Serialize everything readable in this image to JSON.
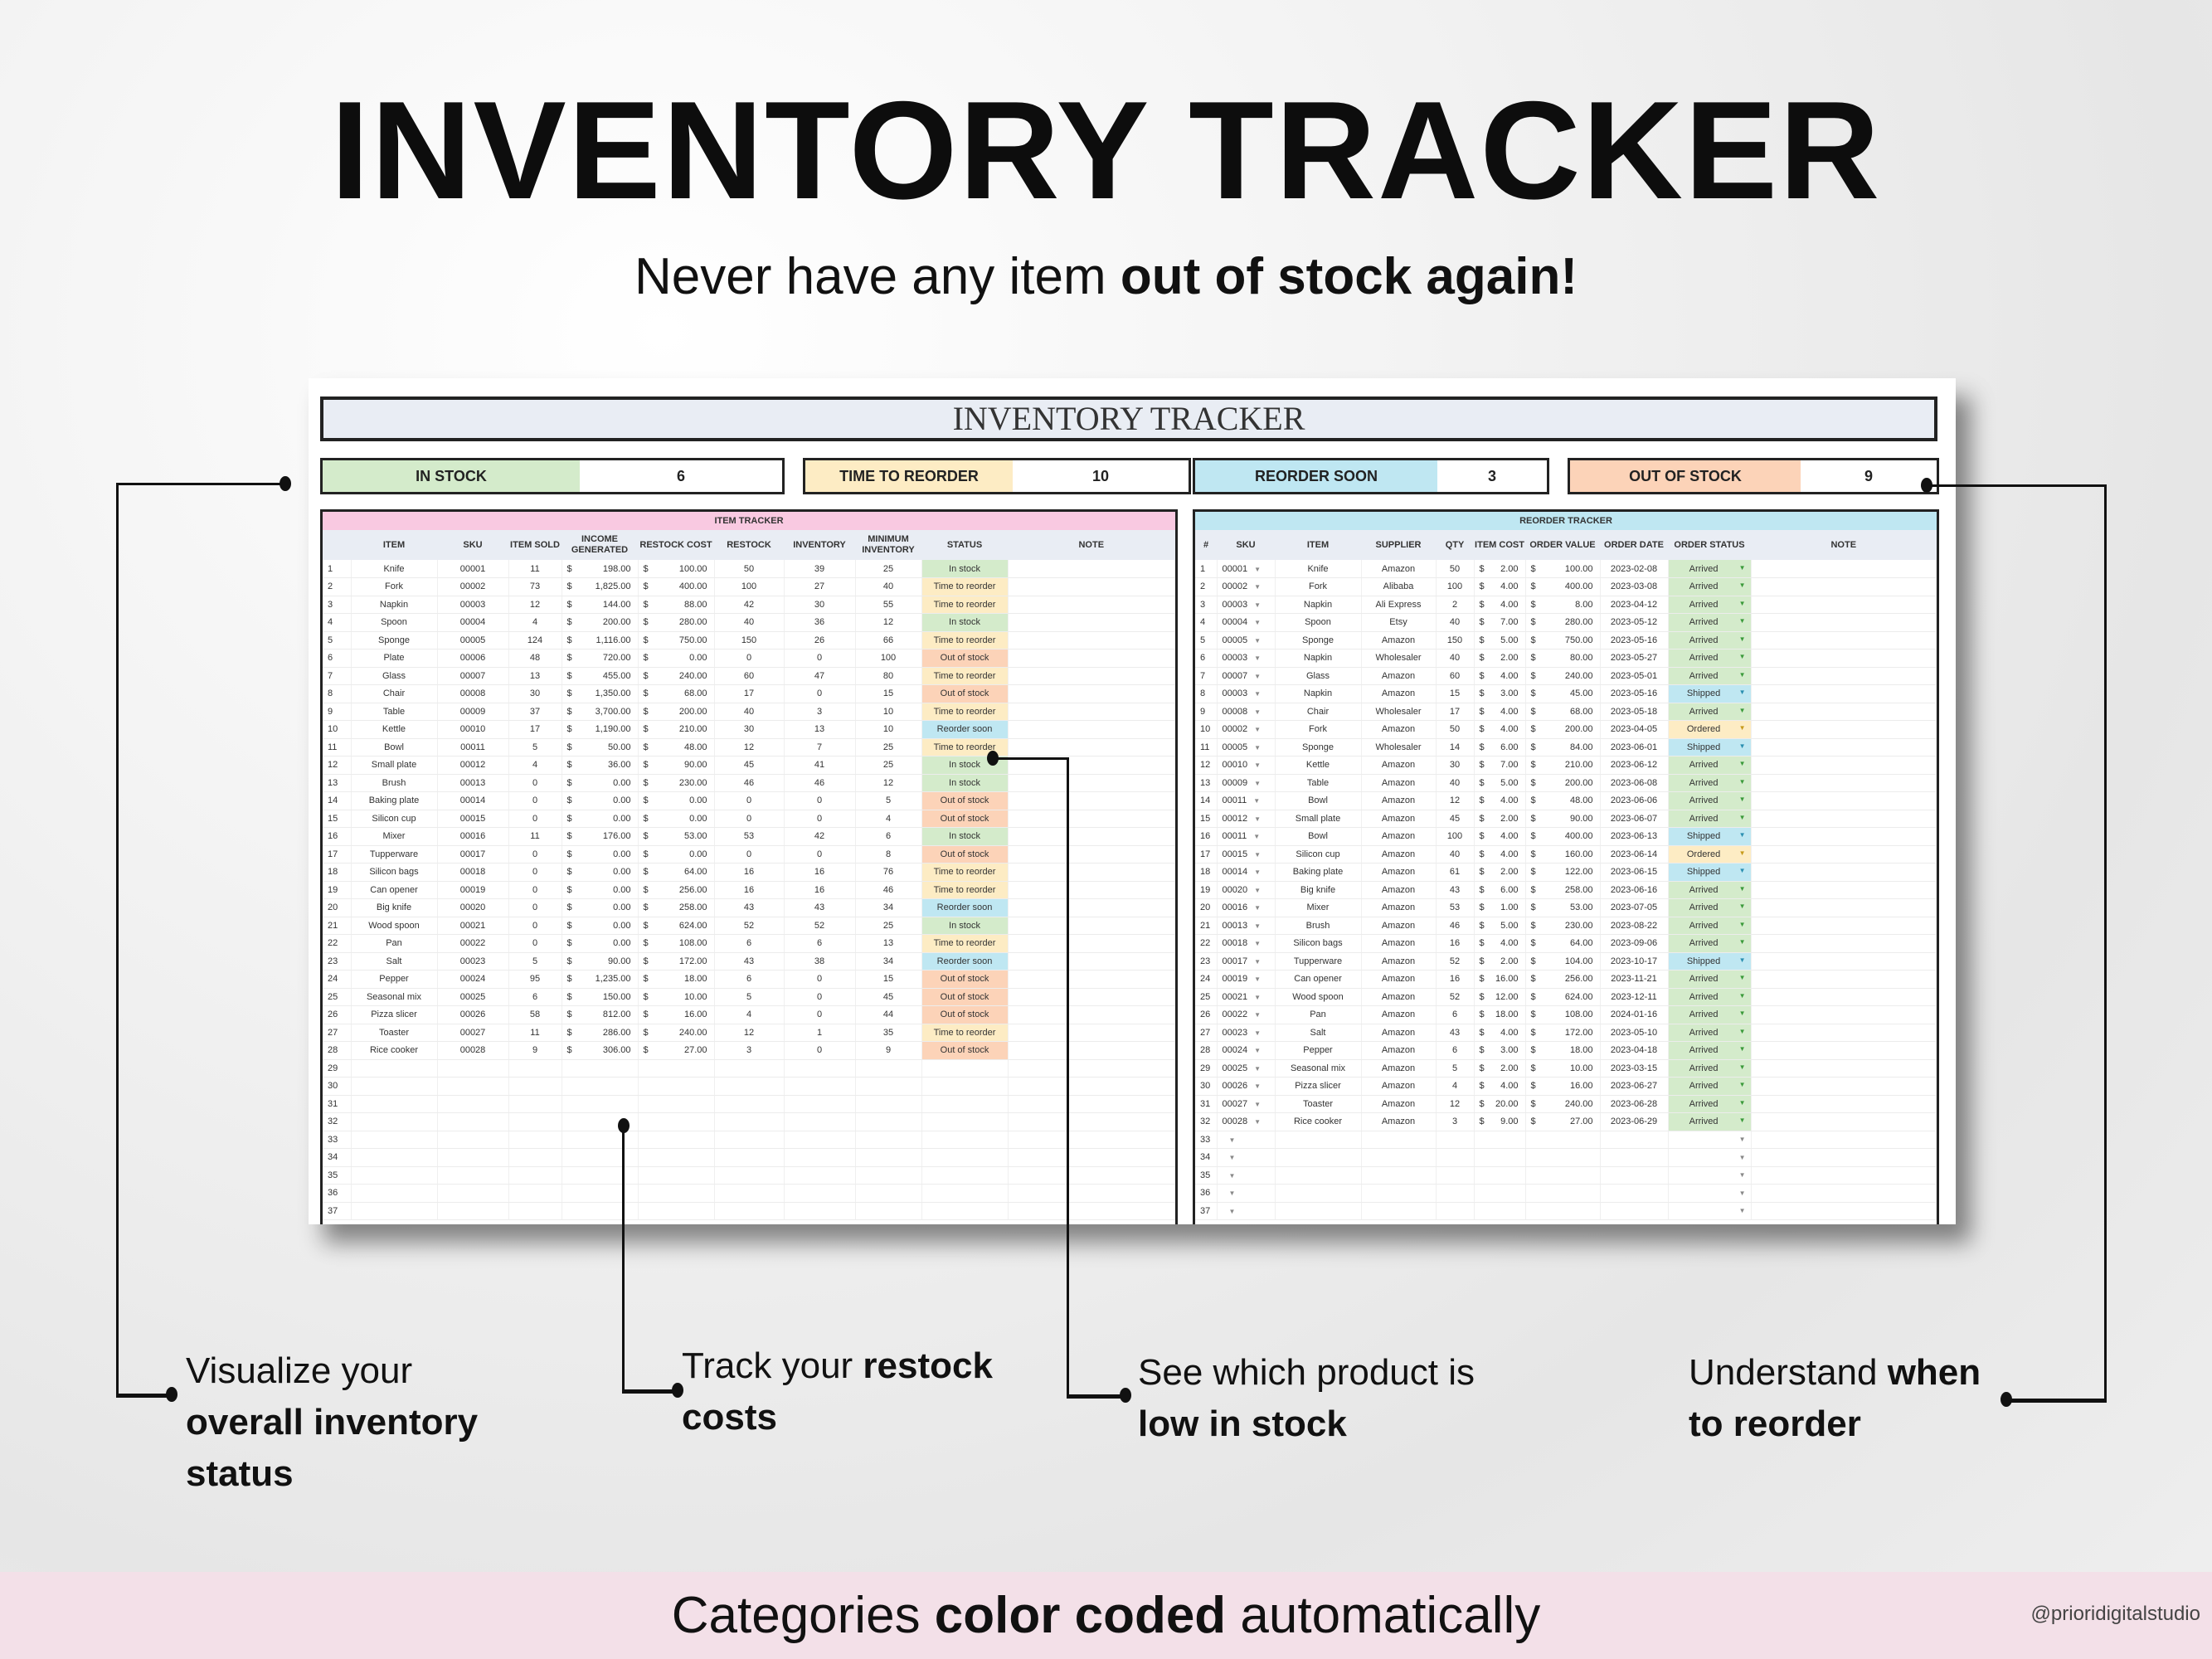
{
  "headline": "INVENTORY TRACKER",
  "subline": {
    "pre": "Never have any item ",
    "bold": "out of stock again!"
  },
  "sheet": {
    "title": "INVENTORY TRACKER",
    "kpis": [
      {
        "label": "IN STOCK",
        "value": "6",
        "color": "#d4ebcb"
      },
      {
        "label": "TIME TO REORDER",
        "value": "10",
        "color": "#fdecc4"
      },
      {
        "label": "REORDER SOON",
        "value": "3",
        "color": "#bfe7f2"
      },
      {
        "label": "OUT OF STOCK",
        "value": "9",
        "color": "#fcd3b8"
      }
    ],
    "status_colors": {
      "In stock": "#d4ebcb",
      "Time to reorder": "#fdecc4",
      "Reorder soon": "#bfe7f2",
      "Out of stock": "#fcd3b8",
      "Arrived": "#d4ebcb",
      "Shipped": "#bfe7f2",
      "Ordered": "#fdecc4"
    },
    "item_tracker": {
      "title": "ITEM TRACKER",
      "header_color": "#f9c9e1",
      "columns": [
        "",
        "ITEM",
        "SKU",
        "ITEM SOLD",
        "INCOME GENERATED",
        "RESTOCK COST",
        "RESTOCK",
        "INVENTORY",
        "MINIMUM INVENTORY",
        "STATUS",
        "NOTE"
      ],
      "rows": [
        [
          "1",
          "Knife",
          "00001",
          "11",
          "198.00",
          "100.00",
          "50",
          "39",
          "25",
          "In stock"
        ],
        [
          "2",
          "Fork",
          "00002",
          "73",
          "1,825.00",
          "400.00",
          "100",
          "27",
          "40",
          "Time to reorder"
        ],
        [
          "3",
          "Napkin",
          "00003",
          "12",
          "144.00",
          "88.00",
          "42",
          "30",
          "55",
          "Time to reorder"
        ],
        [
          "4",
          "Spoon",
          "00004",
          "4",
          "200.00",
          "280.00",
          "40",
          "36",
          "12",
          "In stock"
        ],
        [
          "5",
          "Sponge",
          "00005",
          "124",
          "1,116.00",
          "750.00",
          "150",
          "26",
          "66",
          "Time to reorder"
        ],
        [
          "6",
          "Plate",
          "00006",
          "48",
          "720.00",
          "0.00",
          "0",
          "0",
          "100",
          "Out of stock"
        ],
        [
          "7",
          "Glass",
          "00007",
          "13",
          "455.00",
          "240.00",
          "60",
          "47",
          "80",
          "Time to reorder"
        ],
        [
          "8",
          "Chair",
          "00008",
          "30",
          "1,350.00",
          "68.00",
          "17",
          "0",
          "15",
          "Out of stock"
        ],
        [
          "9",
          "Table",
          "00009",
          "37",
          "3,700.00",
          "200.00",
          "40",
          "3",
          "10",
          "Time to reorder"
        ],
        [
          "10",
          "Kettle",
          "00010",
          "17",
          "1,190.00",
          "210.00",
          "30",
          "13",
          "10",
          "Reorder soon"
        ],
        [
          "11",
          "Bowl",
          "00011",
          "5",
          "50.00",
          "48.00",
          "12",
          "7",
          "25",
          "Time to reorder"
        ],
        [
          "12",
          "Small plate",
          "00012",
          "4",
          "36.00",
          "90.00",
          "45",
          "41",
          "25",
          "In stock"
        ],
        [
          "13",
          "Brush",
          "00013",
          "0",
          "0.00",
          "230.00",
          "46",
          "46",
          "12",
          "In stock"
        ],
        [
          "14",
          "Baking plate",
          "00014",
          "0",
          "0.00",
          "0.00",
          "0",
          "0",
          "5",
          "Out of stock"
        ],
        [
          "15",
          "Silicon cup",
          "00015",
          "0",
          "0.00",
          "0.00",
          "0",
          "0",
          "4",
          "Out of stock"
        ],
        [
          "16",
          "Mixer",
          "00016",
          "11",
          "176.00",
          "53.00",
          "53",
          "42",
          "6",
          "In stock"
        ],
        [
          "17",
          "Tupperware",
          "00017",
          "0",
          "0.00",
          "0.00",
          "0",
          "0",
          "8",
          "Out of stock"
        ],
        [
          "18",
          "Silicon bags",
          "00018",
          "0",
          "0.00",
          "64.00",
          "16",
          "16",
          "76",
          "Time to reorder"
        ],
        [
          "19",
          "Can opener",
          "00019",
          "0",
          "0.00",
          "256.00",
          "16",
          "16",
          "46",
          "Time to reorder"
        ],
        [
          "20",
          "Big knife",
          "00020",
          "0",
          "0.00",
          "258.00",
          "43",
          "43",
          "34",
          "Reorder soon"
        ],
        [
          "21",
          "Wood spoon",
          "00021",
          "0",
          "0.00",
          "624.00",
          "52",
          "52",
          "25",
          "In stock"
        ],
        [
          "22",
          "Pan",
          "00022",
          "0",
          "0.00",
          "108.00",
          "6",
          "6",
          "13",
          "Time to reorder"
        ],
        [
          "23",
          "Salt",
          "00023",
          "5",
          "90.00",
          "172.00",
          "43",
          "38",
          "34",
          "Reorder soon"
        ],
        [
          "24",
          "Pepper",
          "00024",
          "95",
          "1,235.00",
          "18.00",
          "6",
          "0",
          "15",
          "Out of stock"
        ],
        [
          "25",
          "Seasonal mix",
          "00025",
          "6",
          "150.00",
          "10.00",
          "5",
          "0",
          "45",
          "Out of stock"
        ],
        [
          "26",
          "Pizza slicer",
          "00026",
          "58",
          "812.00",
          "16.00",
          "4",
          "0",
          "44",
          "Out of stock"
        ],
        [
          "27",
          "Toaster",
          "00027",
          "11",
          "286.00",
          "240.00",
          "12",
          "1",
          "35",
          "Time to reorder"
        ],
        [
          "28",
          "Rice cooker",
          "00028",
          "9",
          "306.00",
          "27.00",
          "3",
          "0",
          "9",
          "Out of stock"
        ]
      ],
      "empty_rows": [
        "29",
        "30",
        "31",
        "32",
        "33",
        "34",
        "35",
        "36",
        "37"
      ]
    },
    "reorder_tracker": {
      "title": "REORDER TRACKER",
      "header_color": "#bfe7f2",
      "columns": [
        "#",
        "SKU",
        "ITEM",
        "SUPPLIER",
        "QTY",
        "ITEM COST",
        "ORDER VALUE",
        "ORDER DATE",
        "ORDER STATUS",
        "NOTE"
      ],
      "rows": [
        [
          "1",
          "00001",
          "Knife",
          "Amazon",
          "50",
          "2.00",
          "100.00",
          "2023-02-08",
          "Arrived"
        ],
        [
          "2",
          "00002",
          "Fork",
          "Alibaba",
          "100",
          "4.00",
          "400.00",
          "2023-03-08",
          "Arrived"
        ],
        [
          "3",
          "00003",
          "Napkin",
          "Ali Express",
          "2",
          "4.00",
          "8.00",
          "2023-04-12",
          "Arrived"
        ],
        [
          "4",
          "00004",
          "Spoon",
          "Etsy",
          "40",
          "7.00",
          "280.00",
          "2023-05-12",
          "Arrived"
        ],
        [
          "5",
          "00005",
          "Sponge",
          "Amazon",
          "150",
          "5.00",
          "750.00",
          "2023-05-16",
          "Arrived"
        ],
        [
          "6",
          "00003",
          "Napkin",
          "Wholesaler",
          "40",
          "2.00",
          "80.00",
          "2023-05-27",
          "Arrived"
        ],
        [
          "7",
          "00007",
          "Glass",
          "Amazon",
          "60",
          "4.00",
          "240.00",
          "2023-05-01",
          "Arrived"
        ],
        [
          "8",
          "00003",
          "Napkin",
          "Amazon",
          "15",
          "3.00",
          "45.00",
          "2023-05-16",
          "Shipped"
        ],
        [
          "9",
          "00008",
          "Chair",
          "Wholesaler",
          "17",
          "4.00",
          "68.00",
          "2023-05-18",
          "Arrived"
        ],
        [
          "10",
          "00002",
          "Fork",
          "Amazon",
          "50",
          "4.00",
          "200.00",
          "2023-04-05",
          "Ordered"
        ],
        [
          "11",
          "00005",
          "Sponge",
          "Wholesaler",
          "14",
          "6.00",
          "84.00",
          "2023-06-01",
          "Shipped"
        ],
        [
          "12",
          "00010",
          "Kettle",
          "Amazon",
          "30",
          "7.00",
          "210.00",
          "2023-06-12",
          "Arrived"
        ],
        [
          "13",
          "00009",
          "Table",
          "Amazon",
          "40",
          "5.00",
          "200.00",
          "2023-06-08",
          "Arrived"
        ],
        [
          "14",
          "00011",
          "Bowl",
          "Amazon",
          "12",
          "4.00",
          "48.00",
          "2023-06-06",
          "Arrived"
        ],
        [
          "15",
          "00012",
          "Small plate",
          "Amazon",
          "45",
          "2.00",
          "90.00",
          "2023-06-07",
          "Arrived"
        ],
        [
          "16",
          "00011",
          "Bowl",
          "Amazon",
          "100",
          "4.00",
          "400.00",
          "2023-06-13",
          "Shipped"
        ],
        [
          "17",
          "00015",
          "Silicon cup",
          "Amazon",
          "40",
          "4.00",
          "160.00",
          "2023-06-14",
          "Ordered"
        ],
        [
          "18",
          "00014",
          "Baking plate",
          "Amazon",
          "61",
          "2.00",
          "122.00",
          "2023-06-15",
          "Shipped"
        ],
        [
          "19",
          "00020",
          "Big knife",
          "Amazon",
          "43",
          "6.00",
          "258.00",
          "2023-06-16",
          "Arrived"
        ],
        [
          "20",
          "00016",
          "Mixer",
          "Amazon",
          "53",
          "1.00",
          "53.00",
          "2023-07-05",
          "Arrived"
        ],
        [
          "21",
          "00013",
          "Brush",
          "Amazon",
          "46",
          "5.00",
          "230.00",
          "2023-08-22",
          "Arrived"
        ],
        [
          "22",
          "00018",
          "Silicon bags",
          "Amazon",
          "16",
          "4.00",
          "64.00",
          "2023-09-06",
          "Arrived"
        ],
        [
          "23",
          "00017",
          "Tupperware",
          "Amazon",
          "52",
          "2.00",
          "104.00",
          "2023-10-17",
          "Shipped"
        ],
        [
          "24",
          "00019",
          "Can opener",
          "Amazon",
          "16",
          "16.00",
          "256.00",
          "2023-11-21",
          "Arrived"
        ],
        [
          "25",
          "00021",
          "Wood spoon",
          "Amazon",
          "52",
          "12.00",
          "624.00",
          "2023-12-11",
          "Arrived"
        ],
        [
          "26",
          "00022",
          "Pan",
          "Amazon",
          "6",
          "18.00",
          "108.00",
          "2024-01-16",
          "Arrived"
        ],
        [
          "27",
          "00023",
          "Salt",
          "Amazon",
          "43",
          "4.00",
          "172.00",
          "2023-05-10",
          "Arrived"
        ],
        [
          "28",
          "00024",
          "Pepper",
          "Amazon",
          "6",
          "3.00",
          "18.00",
          "2023-04-18",
          "Arrived"
        ],
        [
          "29",
          "00025",
          "Seasonal mix",
          "Amazon",
          "5",
          "2.00",
          "10.00",
          "2023-03-15",
          "Arrived"
        ],
        [
          "30",
          "00026",
          "Pizza slicer",
          "Amazon",
          "4",
          "4.00",
          "16.00",
          "2023-06-27",
          "Arrived"
        ],
        [
          "31",
          "00027",
          "Toaster",
          "Amazon",
          "12",
          "20.00",
          "240.00",
          "2023-06-28",
          "Arrived"
        ],
        [
          "32",
          "00028",
          "Rice cooker",
          "Amazon",
          "3",
          "9.00",
          "27.00",
          "2023-06-29",
          "Arrived"
        ]
      ],
      "empty_rows": [
        "33",
        "34",
        "35",
        "36",
        "37"
      ]
    }
  },
  "callouts": [
    {
      "pre": "Visualize your",
      "bold": "overall inventory status",
      "post": ""
    },
    {
      "pre": "Track your ",
      "bold": "restock costs",
      "post": ""
    },
    {
      "pre": "See which product is ",
      "bold": "low in stock",
      "post": ""
    },
    {
      "pre": "Understand ",
      "bold": "when to reorder",
      "post": ""
    }
  ],
  "footer": {
    "pre": "Categories ",
    "bold": "color coded",
    "post": " automatically"
  },
  "handle": "@prioridigitalstudio"
}
